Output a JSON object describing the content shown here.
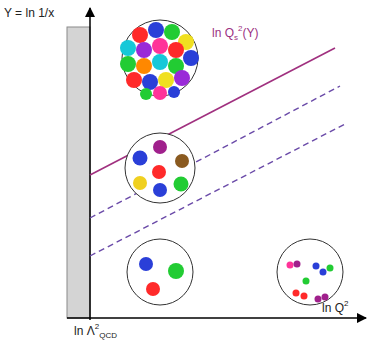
{
  "diagram": {
    "labels": [
      "Y = ln 1/x",
      "ln Q",
      "s",
      "2",
      "(Y)",
      "ln Λ",
      "2",
      "QCD",
      "ln Q",
      "2"
    ]
  }
}
